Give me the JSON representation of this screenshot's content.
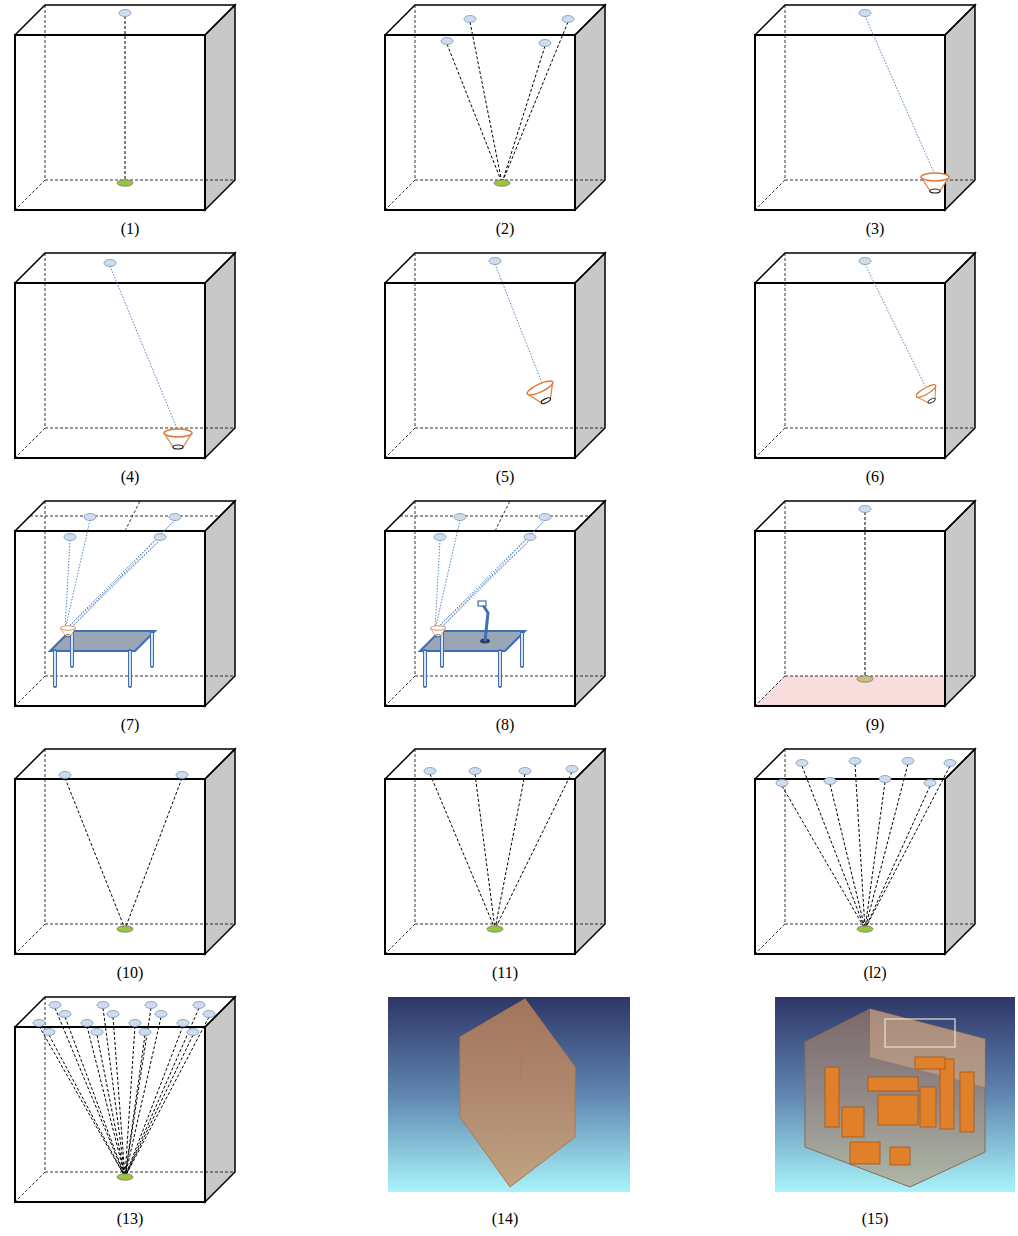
{
  "diagram": {
    "labels": [
      "(1)",
      "(2)",
      "(3)",
      "(4)",
      "(5)",
      "(6)",
      "(7)",
      "(8)",
      "(9)",
      "(10)",
      "(11)",
      "(l2)",
      "(13)",
      "(14)",
      "(15)"
    ]
  }
}
